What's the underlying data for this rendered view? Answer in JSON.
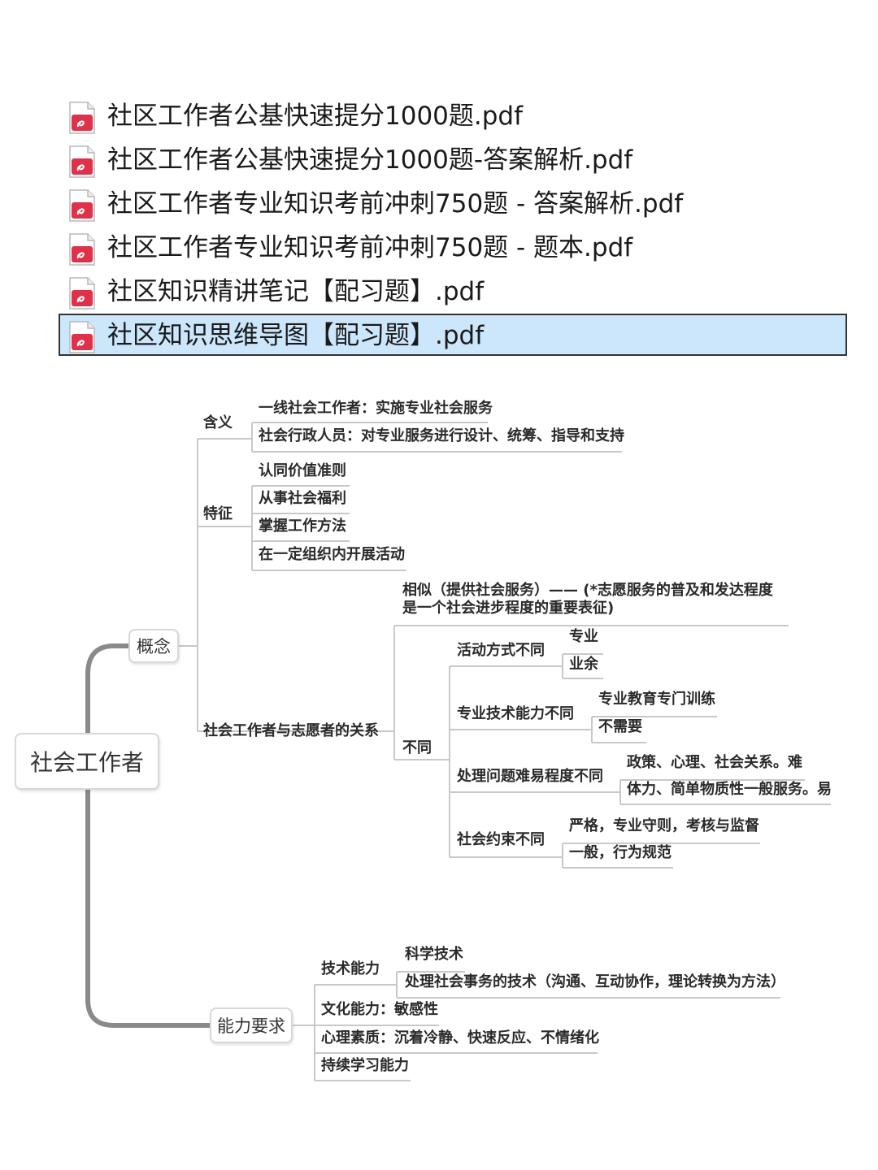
{
  "file_list": {
    "files": [
      {
        "name": "社区工作者公基快速提分1000题.pdf"
      },
      {
        "name": "社区工作者公基快速提分1000题-答案解析.pdf"
      },
      {
        "name": "社区工作者专业知识考前冲刺750题 - 答案解析.pdf"
      },
      {
        "name": "社区工作者专业知识考前冲刺750题 - 题本.pdf"
      },
      {
        "name": "社区知识精讲笔记【配习题】.pdf"
      },
      {
        "name": "社区知识思维导图【配习题】.pdf"
      }
    ],
    "selected_index": 5,
    "icon": "pdf-file-icon",
    "colors": {
      "selection_bg": "#cce6fb",
      "pdf_red": "#e0314b"
    }
  },
  "mindmap": {
    "root": "社会工作者",
    "concept": {
      "label": "概念",
      "meaning": {
        "label": "含义",
        "items": [
          "一线社会工作者：实施专业社会服务",
          "社会行政人员：对专业服务进行设计、统筹、指导和支持"
        ]
      },
      "features": {
        "label": "特征",
        "items": [
          "认同价值准则",
          "从事社会福利",
          "掌握工作方法",
          "在一定组织内开展活动"
        ]
      },
      "relation": {
        "label": "社会工作者与志愿者的关系",
        "similar": "相似（提供社会服务）—— (*志愿服务的普及和发达程度是一个社会进步程度的重要表征)",
        "different": {
          "label": "不同",
          "groups": [
            {
              "label": "活动方式不同",
              "items": [
                "专业",
                "业余"
              ]
            },
            {
              "label": "专业技术能力不同",
              "items": [
                "专业教育专门训练",
                "不需要"
              ]
            },
            {
              "label": "处理问题难易程度不同",
              "items": [
                "政策、心理、社会关系。难",
                "体力、简单物质性一般服务。易"
              ]
            },
            {
              "label": "社会约束不同",
              "items": [
                "严格，专业守则，考核与监督",
                "一般，行为规范"
              ]
            }
          ]
        }
      }
    },
    "ability": {
      "label": "能力要求",
      "tech": {
        "label": "技术能力",
        "items": [
          "科学技术",
          "处理社会事务的技术（沟通、互动协作，理论转换为方法）"
        ]
      },
      "others": [
        "文化能力：敏感性",
        "心理素质：沉着冷静、快速反应、不情绪化",
        "持续学习能力"
      ]
    }
  }
}
